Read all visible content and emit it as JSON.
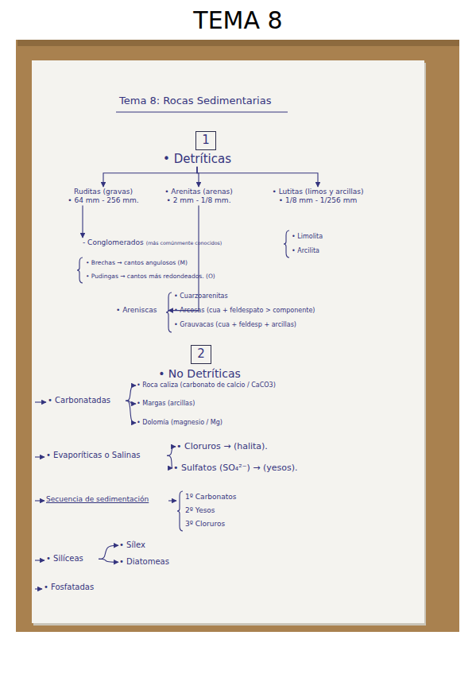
{
  "diagram": {
    "title": "TEMA 8",
    "nodes": [
      {
        "text": [
          "1"
        ]
      },
      {
        "text": [
          "• Detríticas"
        ]
      },
      {
        "text": [
          "Ruditas (gravas)",
          "• 64 mm - 256 mm."
        ]
      },
      {
        "text": [
          "• Arenitas (arenas)",
          "• 2 mm - 1/8 mm."
        ]
      },
      {
        "text": [
          "• Lutitas (limos y arcillas)",
          "• 1/8 mm - 1/256 mm"
        ]
      },
      {
        "text": [
          "- Conglomerados",
          "(más comúnmente conocidos)"
        ]
      },
      {
        "text": [
          "• Areniscas"
        ]
      },
      {
        "text": [
          "2"
        ]
      },
      {
        "text": [
          "• No Detríticas"
        ]
      },
      {
        "text": [
          "• Carbonatadas"
        ]
      },
      {
        "text": [
          "• Roca caliza (carbonato de calcio / CaCO3)"
        ]
      },
      {
        "text": [
          "• Margas (arcillas)"
        ]
      },
      {
        "text": [
          "• Dolomía (magnesio / Mg)"
        ]
      },
      {
        "text": [
          "• Evaporíticas o Salinas"
        ]
      },
      {
        "text": [
          "• Cloruros → (halita)."
        ]
      },
      {
        "text": [
          "• Sulfatos (SO₄²⁻) → (yesos)."
        ]
      },
      {
        "text": [
          "Secuencia de sedimentación"
        ]
      },
      {
        "text": [
          "• Silíceas"
        ]
      },
      {
        "text": [
          "• Sílex"
        ]
      },
      {
        "text": [
          "• Diatomeas"
        ]
      },
      {
        "text": [
          "• Fosfatadas"
        ]
      }
    ],
    "edges": [
      {
        "from": 1,
        "to": 2,
        "arrow": "to"
      },
      {
        "from": 1,
        "to": 3,
        "arrow": "to"
      },
      {
        "from": 1,
        "to": 4,
        "arrow": "to"
      },
      {
        "from": 2,
        "to": 5,
        "arrow": "to"
      },
      {
        "from": 3,
        "to": 6,
        "arrow": "to"
      },
      {
        "from": 9,
        "to": 10,
        "arrow": "to"
      },
      {
        "from": 9,
        "to": 11,
        "arrow": "to"
      },
      {
        "from": 9,
        "to": 12,
        "arrow": "to"
      },
      {
        "from": 13,
        "to": 14,
        "arrow": "to"
      },
      {
        "from": 13,
        "to": 15,
        "arrow": "to"
      },
      {
        "from": 17,
        "to": 18,
        "arrow": "to"
      },
      {
        "from": 17,
        "to": 19,
        "arrow": "to"
      }
    ],
    "labels": [
      "Tema 8: Rocas Sedimentarias",
      "• Brechas → cantos angulosos (M)",
      "• Pudingas → cantos más redondeados. (O)",
      "• Limolita",
      "• Arcilita",
      "• Cuarzoarenitas",
      "• Arcosas (cua + feldespato > componente)",
      "• Grauvacas (cua + feldesp + arcillas)",
      "1º Carbonatos",
      "2º Yesos",
      "3º Cloruros"
    ]
  }
}
